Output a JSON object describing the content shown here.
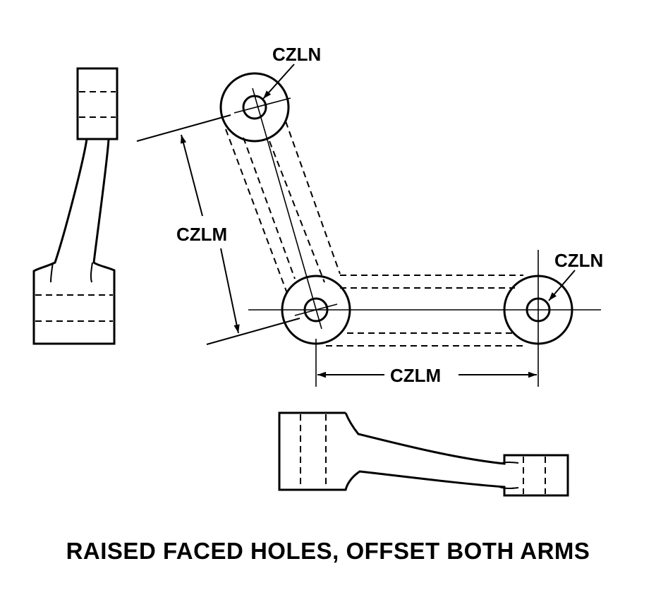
{
  "labels": {
    "hole_dia_top": "CZLN",
    "hole_dia_right": "CZLN",
    "center_dist_angled": "CZLM",
    "center_dist_horizontal": "CZLM"
  },
  "caption": "RAISED FACED HOLES, OFFSET BOTH ARMS"
}
